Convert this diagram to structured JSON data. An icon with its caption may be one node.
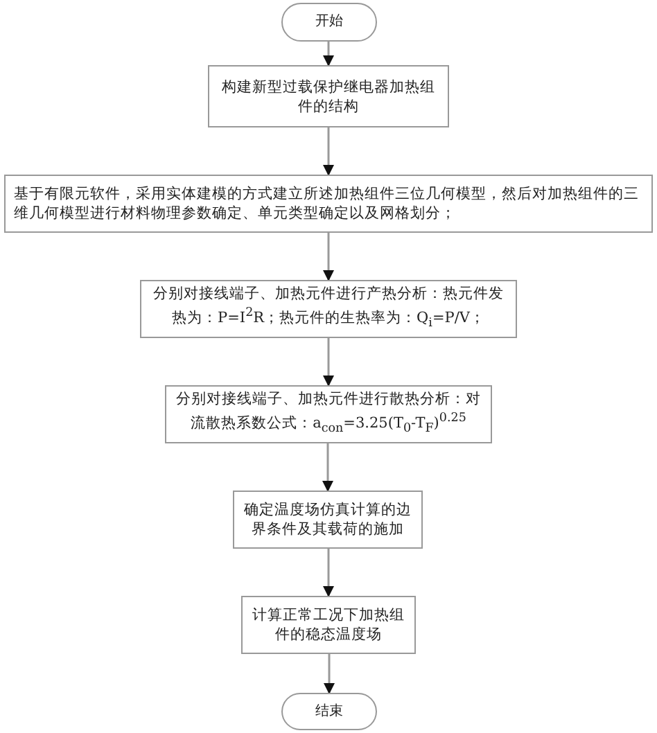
{
  "diagram": {
    "nodes": [
      {
        "text": [
          "开始"
        ]
      },
      {
        "text": [
          "构建新型过载保护继电器加热组件的结构"
        ]
      },
      {
        "text": [
          "基于有限元软件，采用实体建模的方式建立所述加热组件三位几何模型，然后对加热组件的三维几何模型进行材料物理参数确定、单元类型确定以及网格划分；"
        ]
      },
      {
        "text": [
          "分别对接线端子、加热元件进行产热分析：热元件发热为：P=I$^{2}$R；热元件的生热率为：Q$_{i}$=P/V；"
        ]
      },
      {
        "text": [
          "分别对接线端子、加热元件进行散热分析：对流散热系数公式：a$_{con}$=3.25(T$_{0}$-T$_{F}$)$^{0.25}$"
        ]
      },
      {
        "text": [
          "确定温度场仿真计算的边界条件及其载荷的施加"
        ]
      },
      {
        "text": [
          "计算正常工况下加热组件的稳态温度场"
        ]
      },
      {
        "text": [
          "结束"
        ]
      }
    ],
    "edges": [
      {
        "from": 0,
        "to": 1,
        "arrow": "to"
      },
      {
        "from": 1,
        "to": 2,
        "arrow": "to"
      },
      {
        "from": 2,
        "to": 3,
        "arrow": "to"
      },
      {
        "from": 3,
        "to": 4,
        "arrow": "to"
      },
      {
        "from": 4,
        "to": 5,
        "arrow": "to"
      },
      {
        "from": 5,
        "to": 6,
        "arrow": "to"
      },
      {
        "from": 6,
        "to": 7,
        "arrow": "to"
      }
    ]
  }
}
